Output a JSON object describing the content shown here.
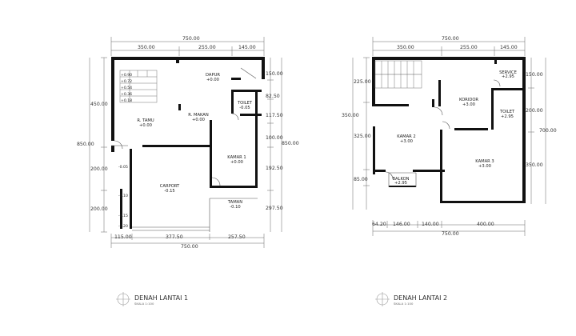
{
  "plan1": {
    "top_total": "750.00",
    "top_dims": [
      "350.00",
      "255.00",
      "145.00"
    ],
    "left_dims": [
      "450.00",
      "850.00",
      "200.00",
      "200.00"
    ],
    "right_dims": [
      "150.00",
      "82.50",
      "117.50",
      "100.00",
      "850.00",
      "192.50",
      "297.50"
    ],
    "bottom_dims": [
      "115.00",
      "377.50",
      "257.50"
    ],
    "bottom_total": "750.00",
    "stair_levels": [
      "+0.90",
      "+0.72",
      "+0.54",
      "+0.36",
      "+0.18"
    ],
    "levels": [
      "-0.05",
      "-0.10",
      "-0.15",
      "-0.20"
    ],
    "rooms": {
      "dapur": {
        "name": "DAPUR",
        "level": "+0.00"
      },
      "makan": {
        "name": "R. MAKAN",
        "level": "+0.00"
      },
      "tamu": {
        "name": "R. TAMU",
        "level": "+0.00"
      },
      "toilet": {
        "name": "TOILET",
        "level": "-0.05"
      },
      "kamar1": {
        "name": "KAMAR 1",
        "level": "+0.00"
      },
      "carport": {
        "name": "CARPORT",
        "level": "-0.15"
      },
      "taman": {
        "name": "TAMAN",
        "level": "-0.10"
      }
    },
    "title": "DENAH LANTAI 1",
    "scale": "SKALA 1:100"
  },
  "plan2": {
    "top_total": "750.00",
    "top_dims": [
      "350.00",
      "255.00",
      "145.00"
    ],
    "left_dims": [
      "225.00",
      "350.00",
      "325.00",
      "85.00"
    ],
    "right_dims": [
      "150.00",
      "200.00",
      "700.00",
      "350.00"
    ],
    "bottom_dims": [
      "64.20",
      "146.00",
      "140.00",
      "400.00"
    ],
    "bottom_total": "750.00",
    "rooms": {
      "service": {
        "name": "SERVICE",
        "level": "+2.95"
      },
      "koridor": {
        "name": "KORIDOR",
        "level": "+3.00"
      },
      "toilet": {
        "name": "TOILET",
        "level": "+2.95"
      },
      "kamar2": {
        "name": "KAMAR 2",
        "level": "+3.00"
      },
      "kamar3": {
        "name": "KAMAR 3",
        "level": "+3.00"
      },
      "balkon": {
        "name": "BALKON",
        "level": "+2.95"
      }
    },
    "title": "DENAH LANTAI 2",
    "scale": "SKALA 1:100"
  }
}
